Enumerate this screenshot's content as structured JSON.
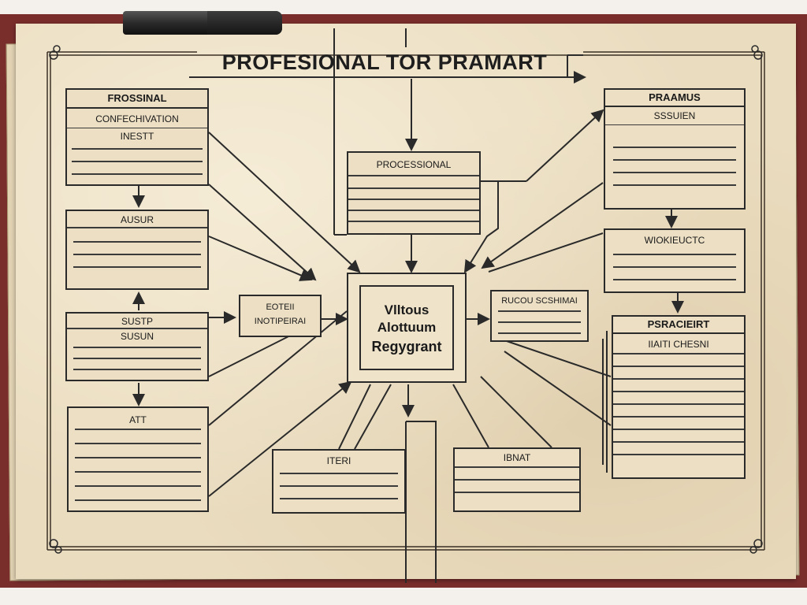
{
  "title": "PROFESIONAL  TOR PRAMART",
  "center": {
    "lines": [
      "Vlltous",
      "Alottuum",
      "Regygrant"
    ]
  },
  "boxes": {
    "tl": {
      "header": "FROSSINAL",
      "sub1": "CONFECHIVATION",
      "sub2": "INESTT"
    },
    "l2": {
      "header": "AUSUR"
    },
    "l3": {
      "header": "SUSTP",
      "sub1": "SUSUN"
    },
    "l4": {
      "header": "ATT"
    },
    "ml": {
      "line1": "EOTEII",
      "line2": "INOTIPEIRAI"
    },
    "top": {
      "header": "PROCESSIONAL"
    },
    "tr": {
      "header": "PRAAMUS",
      "sub1": "SSSUIEN"
    },
    "r2": {
      "header": "WIOKIEUCTC"
    },
    "mr": {
      "header": "RUCOU SCSHIMAI"
    },
    "r3": {
      "header": "PSRACIEIRT",
      "sub1": "IIAITI CHESNI"
    },
    "bc": {
      "header": "ITERI"
    },
    "bc2": {
      "header": "IBNAT"
    }
  },
  "colors": {
    "board": "#7a2e2c",
    "paper": "#eadcbf",
    "ink": "#2a2a2a"
  },
  "icons": [
    "marker-pen-icon",
    "corner-flourish-icon"
  ]
}
